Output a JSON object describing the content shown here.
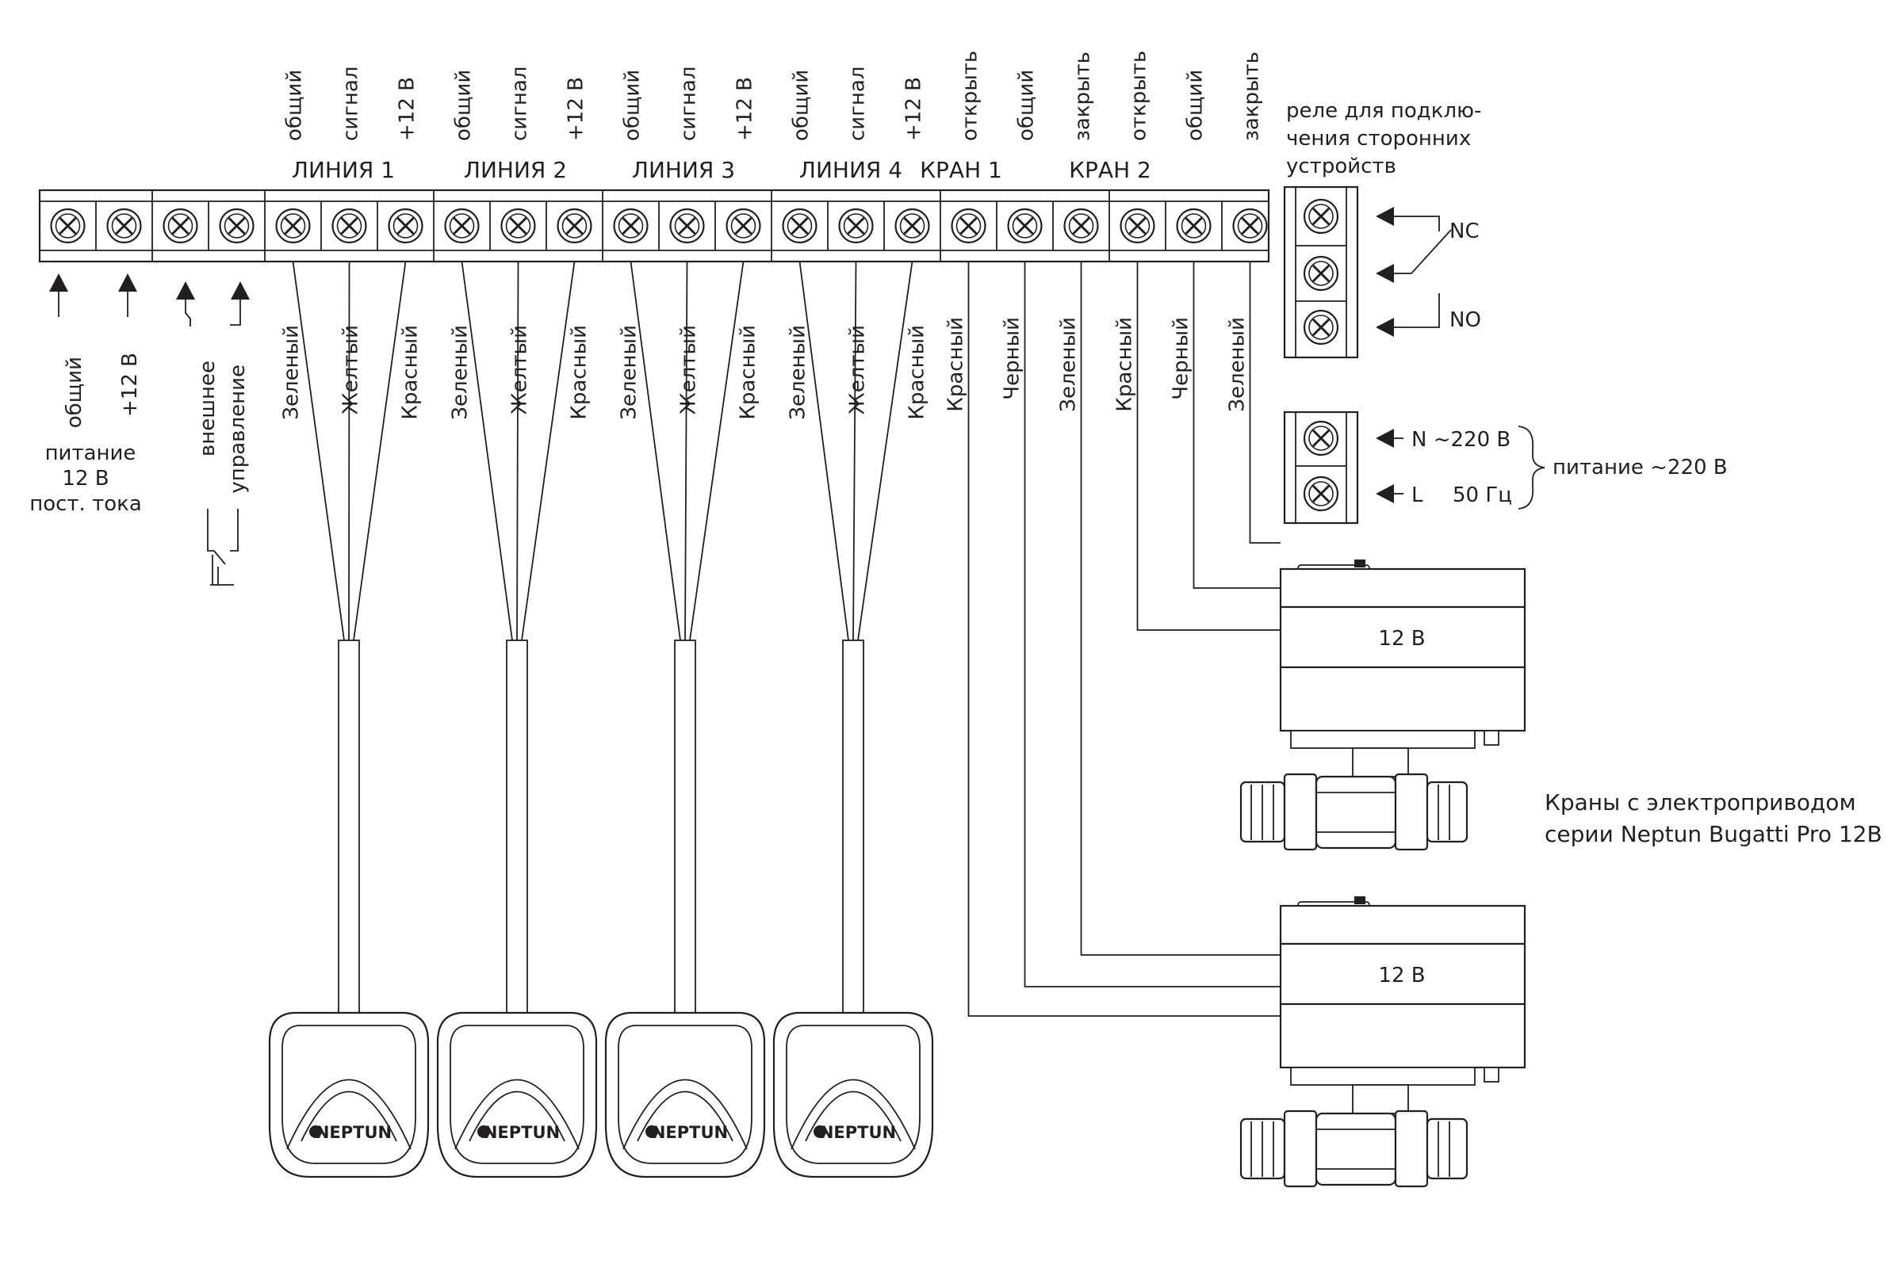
{
  "terminal_block": {
    "top_labels": [
      "общий",
      "сигнал",
      "+12 В",
      "общий",
      "сигнал",
      "+12 В",
      "общий",
      "сигнал",
      "+12 В",
      "общий",
      "сигнал",
      "+12 В",
      "открыть",
      "общий",
      "закрыть",
      "открыть",
      "общий",
      "закрыть"
    ],
    "group_labels": [
      "ЛИНИЯ 1",
      "ЛИНИЯ 2",
      "ЛИНИЯ 3",
      "ЛИНИЯ 4",
      "КРАН 1",
      "КРАН 2"
    ]
  },
  "power_section": {
    "labels": [
      "общий",
      "+12 В"
    ],
    "caption_lines": [
      "питание",
      "12 В",
      "пост. тока"
    ]
  },
  "external_control": {
    "lines": [
      "внешнее",
      "управление"
    ]
  },
  "sensor_wires": [
    "Зеленый",
    "Желтый",
    "Красный"
  ],
  "valve_wires": [
    "Красный",
    "Черный",
    "Зеленый",
    "Красный",
    "Черный",
    "Зеленый"
  ],
  "relay": {
    "caption_lines": [
      "реле для подклю-",
      "чения сторонних",
      "устройств"
    ],
    "nc_label": "NC",
    "no_label": "NO"
  },
  "mains": {
    "n_label": "N ~220 В",
    "l_label": "L",
    "freq_label": "50 Гц",
    "caption": "питание ~220 В"
  },
  "sensors": [
    {
      "brand": "NEPTUN"
    },
    {
      "brand": "NEPTUN"
    },
    {
      "brand": "NEPTUN"
    },
    {
      "brand": "NEPTUN"
    }
  ],
  "valves": [
    {
      "voltage_label": "12 В"
    },
    {
      "voltage_label": "12 В"
    }
  ],
  "valves_caption_lines": [
    "Краны с электроприводом",
    "серии Neptun Bugatti Pro 12В"
  ],
  "colors": {
    "ink": "#231f20",
    "background": "#ffffff"
  },
  "icons": [
    "screw-terminal-icon",
    "arrow-up-icon",
    "arrow-left-icon",
    "relay-switch-icon",
    "leak-sensor-icon",
    "motorized-valve-icon",
    "switch-contact-icon"
  ]
}
